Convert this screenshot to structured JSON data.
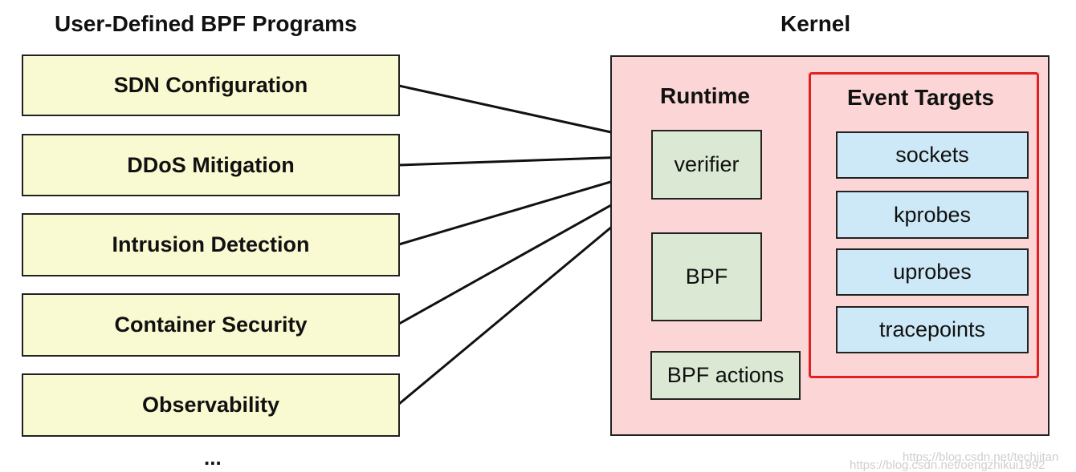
{
  "left_heading": "User-Defined BPF Programs",
  "right_heading": "Kernel",
  "programs": [
    "SDN Configuration",
    "DDoS Mitigation",
    "Intrusion Detection",
    "Container Security",
    "Observability"
  ],
  "programs_more": "...",
  "runtime": {
    "heading": "Runtime",
    "verifier": "verifier",
    "bpf": "BPF",
    "actions": "BPF actions"
  },
  "event_targets": {
    "heading": "Event Targets",
    "items": [
      "sockets",
      "kprobes",
      "uprobes",
      "tracepoints"
    ]
  },
  "watermarks": [
    "https://blog.csdn.net/techjitan",
    "https://blog.csdn.net/oengzhikui1992"
  ],
  "colors": {
    "program_fill": "#fafad2",
    "kernel_fill": "#fcd6d6",
    "runtime_fill": "#dbe9d4",
    "event_fill": "#cde9f7",
    "event_border": "#e32020"
  }
}
